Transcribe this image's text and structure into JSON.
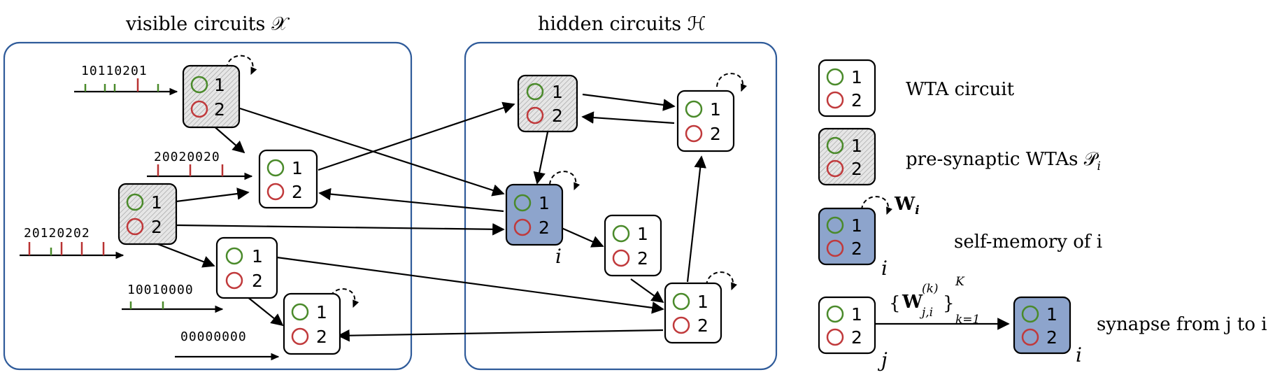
{
  "titles": {
    "visible": "visible circuits 𝒳",
    "hidden": "hidden circuits ℋ"
  },
  "node_labels": {
    "one": "1",
    "two": "2"
  },
  "spike_trains": [
    "10110201",
    "20020020",
    "20120202",
    "10010000",
    "00000000"
  ],
  "node_i_label": "i",
  "legend": {
    "wta": "WTA circuit",
    "presyn": "pre-synaptic WTAs 𝒫",
    "presyn_sub": "i",
    "selfmem_w": "W",
    "selfmem_w_sub": "i",
    "selfmem": "self-memory of i",
    "selfmem_i": "i",
    "syn_weight": "W",
    "syn_weight_sub": "j,i",
    "syn_weight_sup": "(k)",
    "syn_k_upper": "K",
    "syn_k_lower": "k=1",
    "synapse": "synapse from j to i",
    "j_label": "j",
    "i_label": "i"
  },
  "colors": {
    "panel_border": "#2f5b9a",
    "node_blue": "#8da4cc",
    "circle_green": "#4a8a2a",
    "circle_red": "#c0393b",
    "tick_green": "#4a8a2a",
    "tick_red": "#b83232"
  }
}
